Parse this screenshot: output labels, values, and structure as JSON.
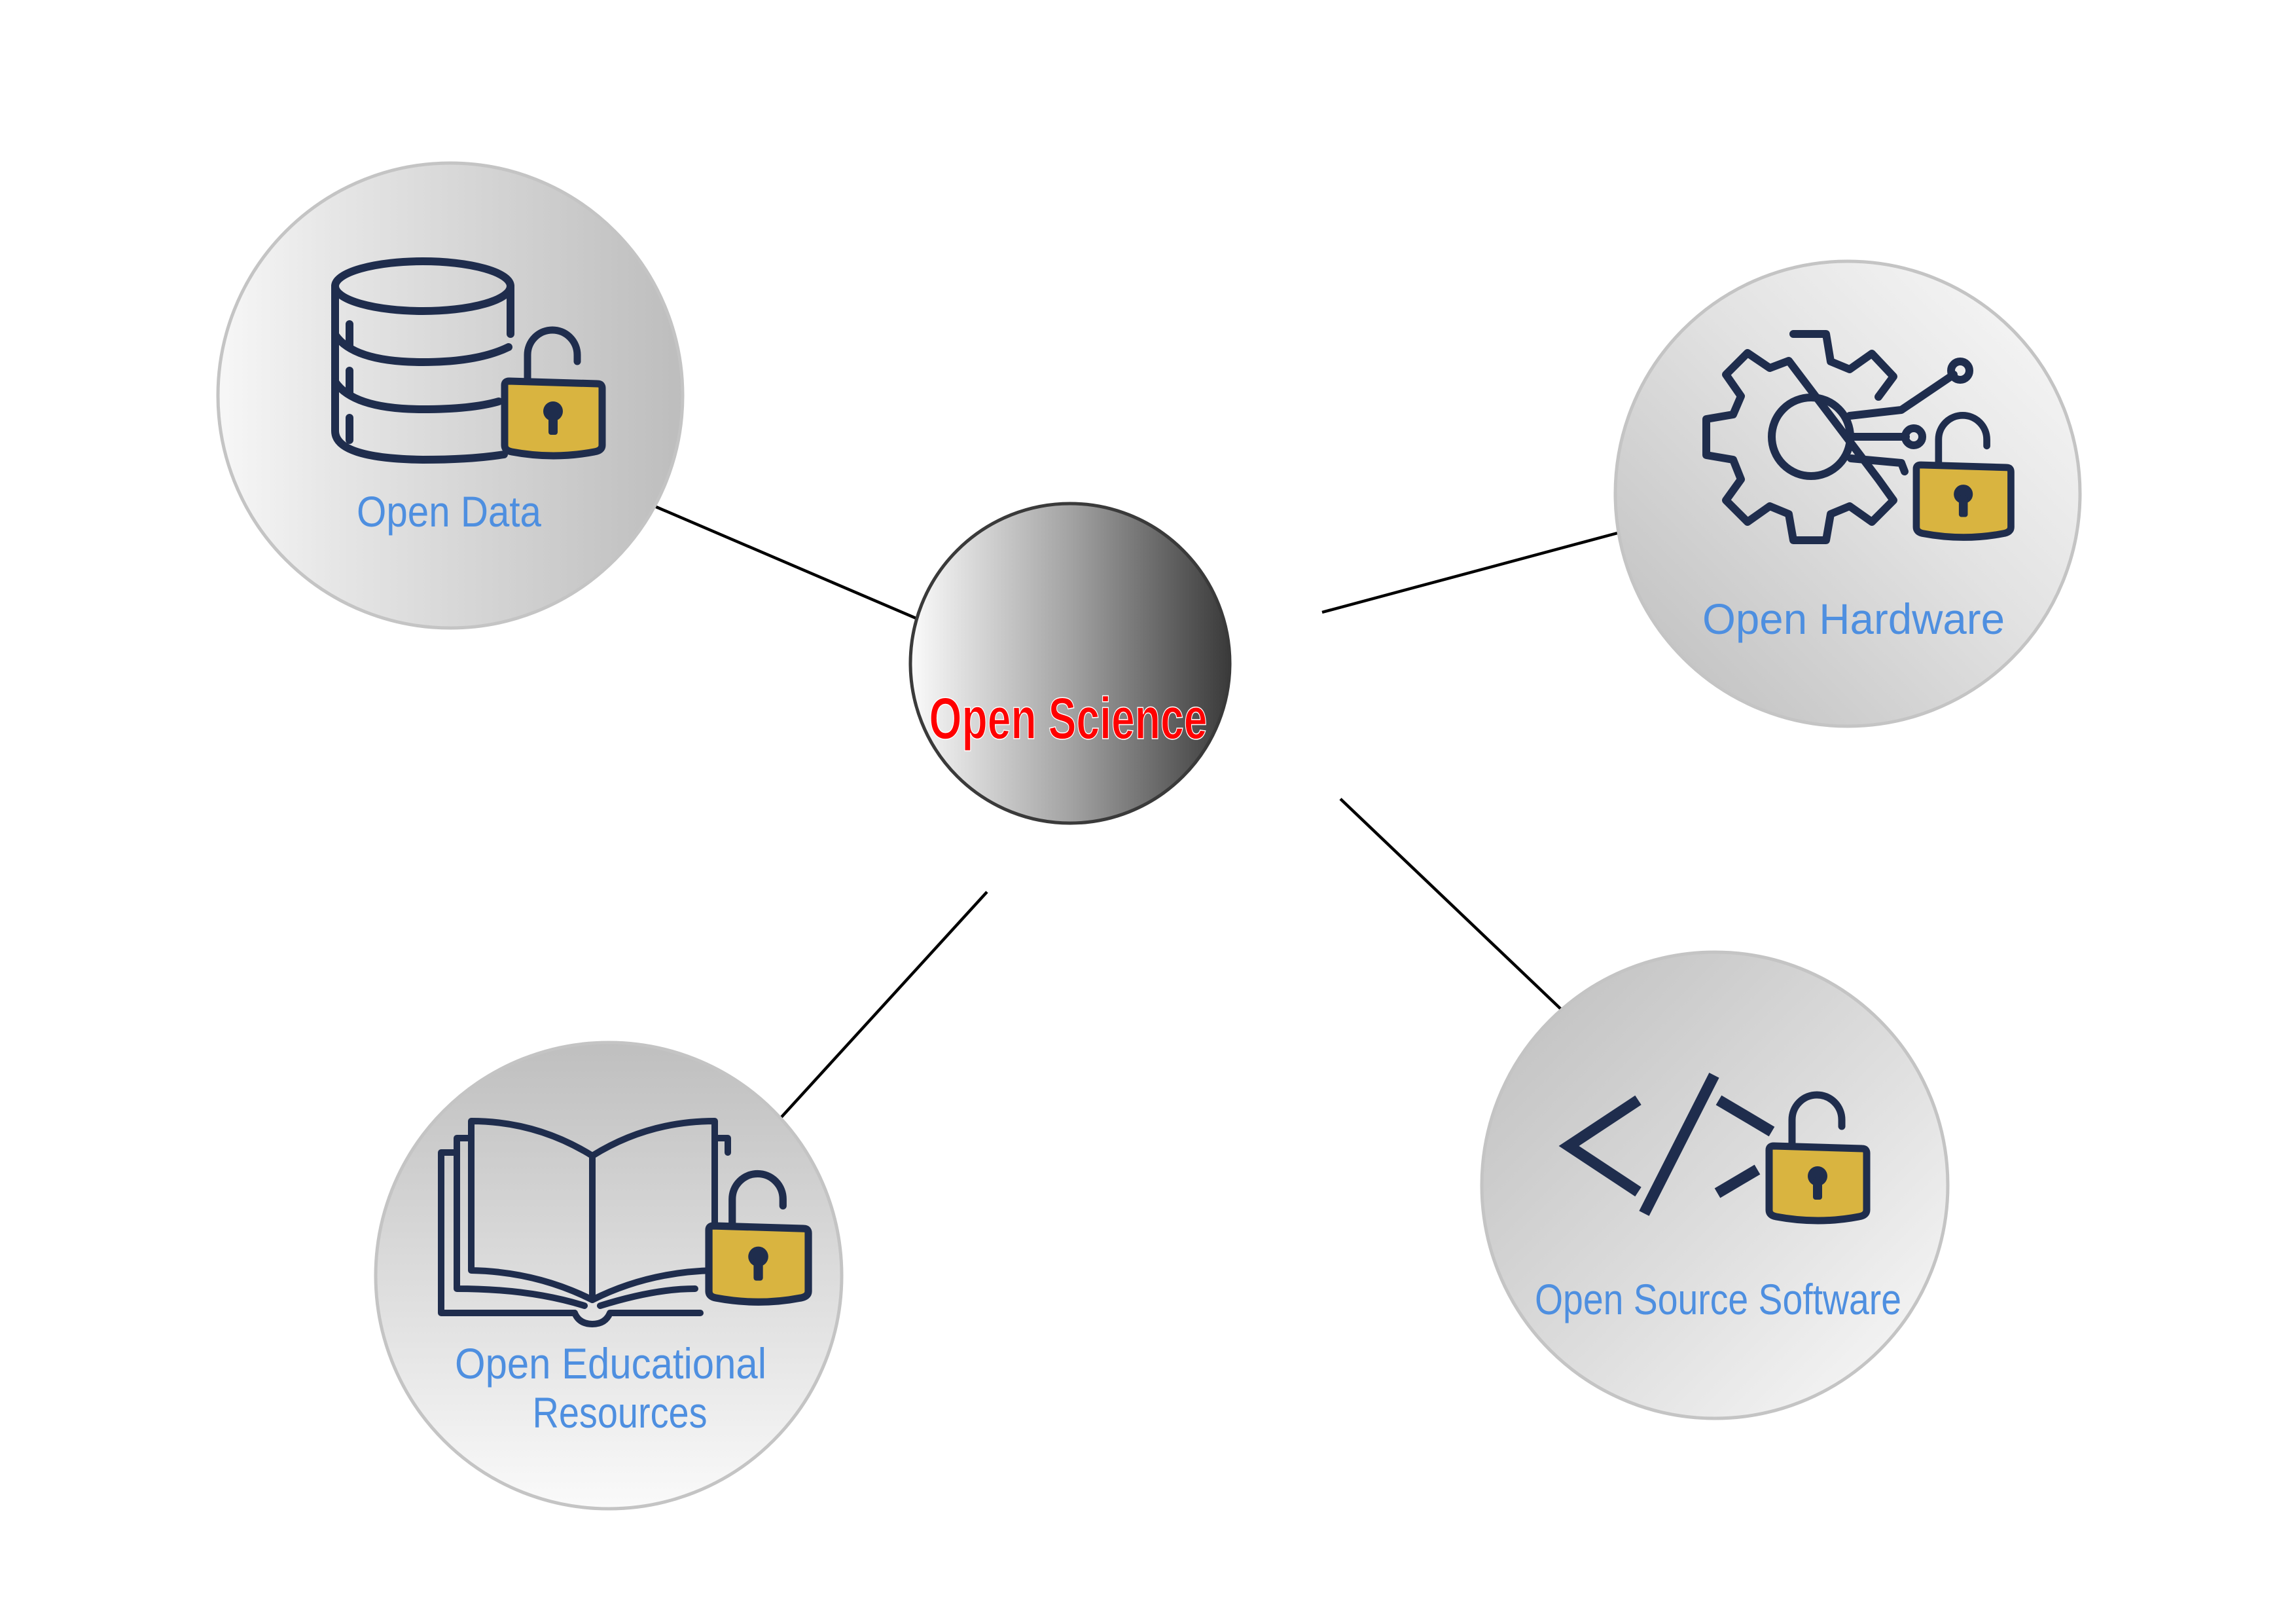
{
  "diagram": {
    "hub": {
      "label": "Open Science",
      "text_color": "#ff0000"
    },
    "nodes": [
      {
        "id": "open-data",
        "label": "Open Data",
        "icon": "database-icon"
      },
      {
        "id": "open-hardware",
        "label": "Open Hardware",
        "icon": "gear-circuit-icon"
      },
      {
        "id": "open-source-software",
        "label": "Open Source Software",
        "icon": "code-icon"
      },
      {
        "id": "open-educational-resources",
        "label_lines": [
          "Open Educational",
          "Resources"
        ],
        "icon": "open-book-icon"
      }
    ],
    "badge_icon": "unlocked-padlock-icon",
    "colors": {
      "label_blue": "#4e8fe0",
      "icon_navy": "#1f2d4d",
      "lock_gold": "#d9b440",
      "connector": "#000000"
    },
    "edges": [
      [
        "Open Science",
        "Open Data"
      ],
      [
        "Open Science",
        "Open Hardware"
      ],
      [
        "Open Science",
        "Open Source Software"
      ],
      [
        "Open Science",
        "Open Educational Resources"
      ]
    ]
  }
}
